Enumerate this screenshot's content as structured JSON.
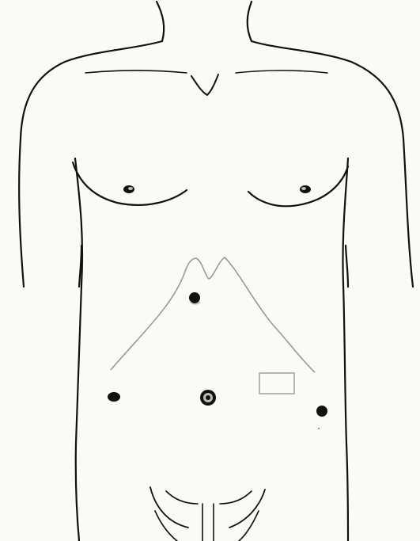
{
  "colors": {
    "background": "#fbfbf5",
    "outline": "#111111",
    "rib_margin": "#9a9a96",
    "port_marker": "#111111",
    "port_highlight": "#bdbdb8"
  },
  "markers": [
    {
      "id": "port-subxiphoid",
      "icon": "filled-dot-icon"
    },
    {
      "id": "port-right-flank",
      "icon": "filled-dot-icon"
    },
    {
      "id": "port-umbilical",
      "icon": "ring-dot-icon"
    },
    {
      "id": "port-left-flank",
      "icon": "filled-dot-icon"
    },
    {
      "id": "incision-left-upper-quadrant",
      "icon": "rectangle-incision-icon"
    }
  ]
}
